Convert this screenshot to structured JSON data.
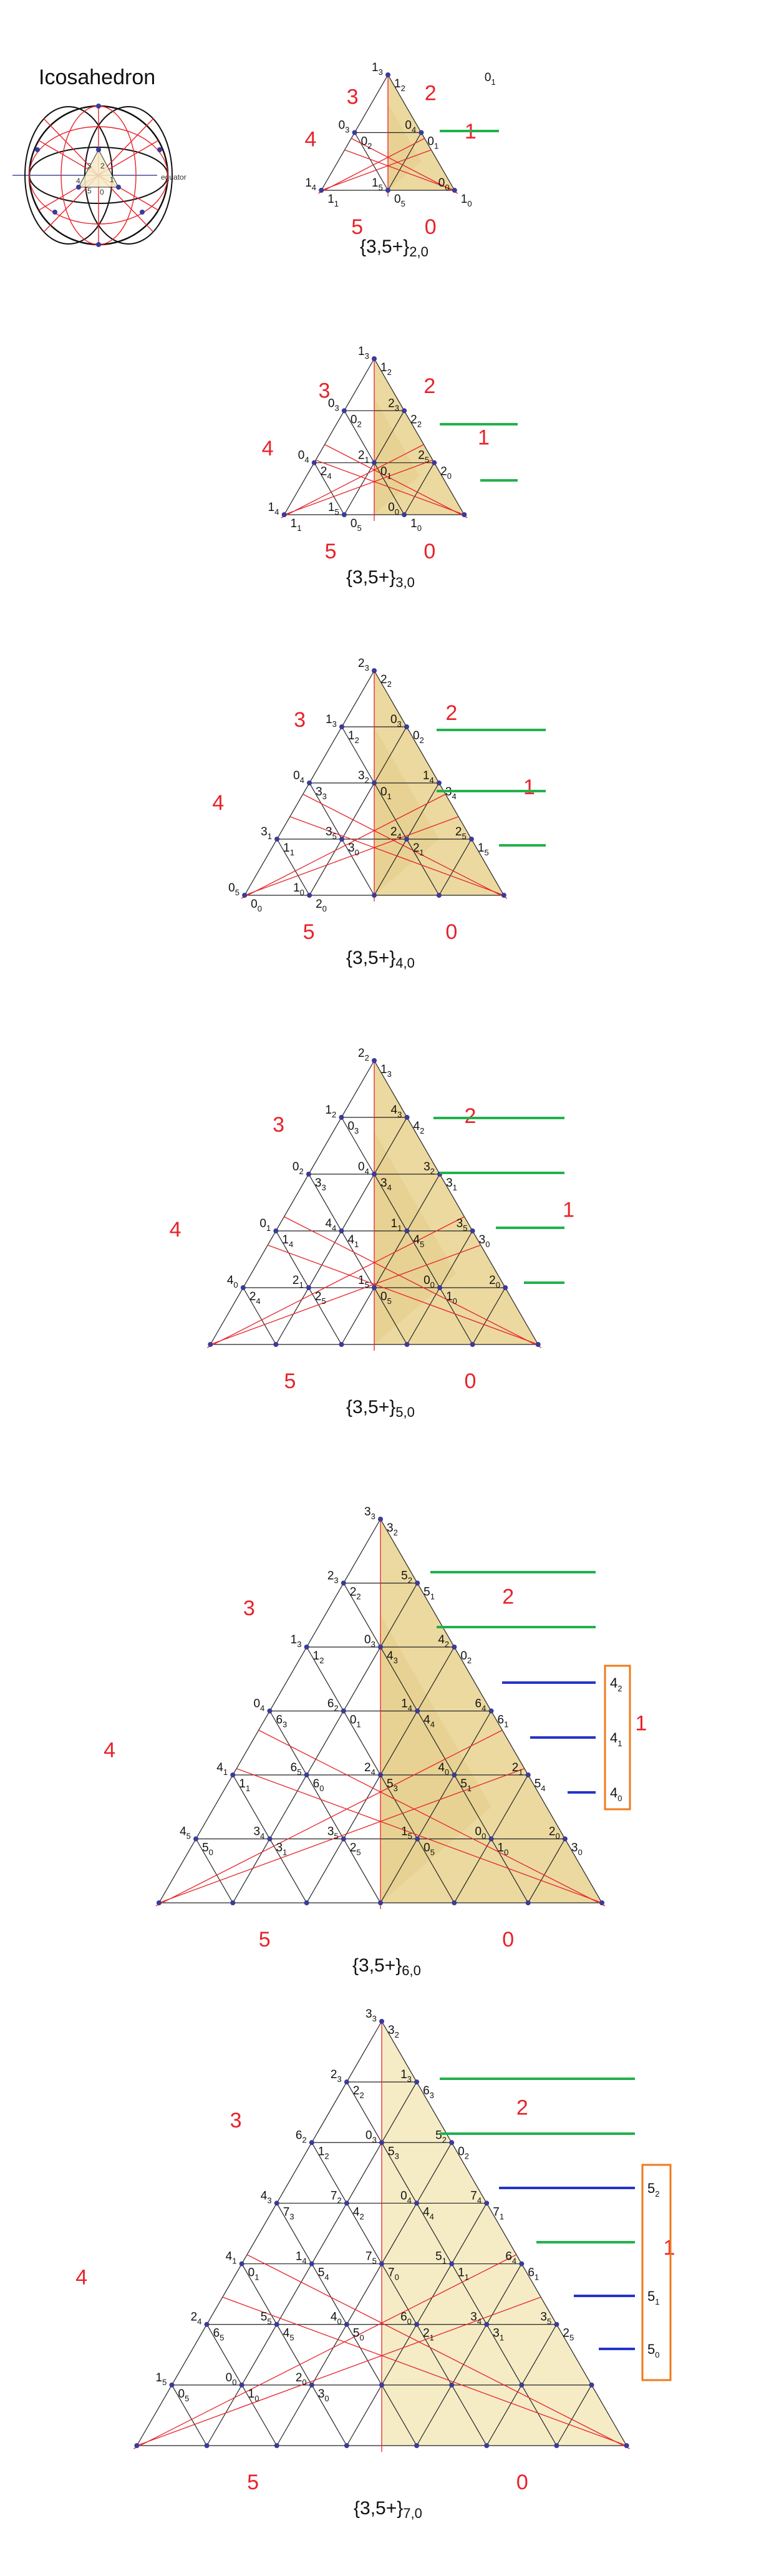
{
  "title": "Icosahedron",
  "sphere": {
    "equator_label": "equator",
    "face_labels": [
      "2",
      "3",
      "1",
      "4",
      "5",
      "0"
    ]
  },
  "colors": {
    "red": "#e8222a",
    "green": "#22b14c",
    "blue": "#2435c8",
    "orange": "#f07a1a",
    "fill_dark": "#ecd9a0",
    "fill_light": "#f5ecc6",
    "node": "#3b3b9a"
  },
  "panels": [
    {
      "id": "p2",
      "caption_main": "{3,5+}",
      "caption_sub": "2,0",
      "sector_labels": [
        "3",
        "2",
        "1",
        "4",
        "5",
        "0"
      ],
      "corner_label": "0",
      "corner_sub": "1",
      "vertex_labels": [
        {
          "m": "1",
          "s": "3"
        },
        {
          "m": "1",
          "s": "2"
        },
        {
          "m": "0",
          "s": "3"
        },
        {
          "m": "0",
          "s": "2"
        },
        {
          "m": "0",
          "s": "4"
        },
        {
          "m": "0",
          "s": "1"
        },
        {
          "m": "1",
          "s": "4"
        },
        {
          "m": "1",
          "s": "1"
        },
        {
          "m": "1",
          "s": "5"
        },
        {
          "m": "0",
          "s": "5"
        },
        {
          "m": "0",
          "s": "0"
        },
        {
          "m": "1",
          "s": "0"
        }
      ]
    },
    {
      "id": "p3",
      "caption_main": "{3,5+}",
      "caption_sub": "3,0",
      "sector_labels": [
        "3",
        "2",
        "1",
        "4",
        "5",
        "0"
      ],
      "vertex_labels": [
        {
          "m": "1",
          "s": "3"
        },
        {
          "m": "1",
          "s": "2"
        },
        {
          "m": "0",
          "s": "3"
        },
        {
          "m": "0",
          "s": "2"
        },
        {
          "m": "2",
          "s": "3"
        },
        {
          "m": "2",
          "s": "2"
        },
        {
          "m": "0",
          "s": "4"
        },
        {
          "m": "2",
          "s": "4"
        },
        {
          "m": "2",
          "s": "1"
        },
        {
          "m": "0",
          "s": "1"
        },
        {
          "m": "2",
          "s": "5"
        },
        {
          "m": "2",
          "s": "0"
        },
        {
          "m": "1",
          "s": "4"
        },
        {
          "m": "1",
          "s": "1"
        },
        {
          "m": "1",
          "s": "5"
        },
        {
          "m": "0",
          "s": "5"
        },
        {
          "m": "0",
          "s": "0"
        },
        {
          "m": "1",
          "s": "0"
        }
      ]
    },
    {
      "id": "p4",
      "caption_main": "{3,5+}",
      "caption_sub": "4,0",
      "sector_labels": [
        "3",
        "2",
        "1",
        "4",
        "5",
        "0"
      ],
      "vertex_labels": [
        {
          "m": "2",
          "s": "3"
        },
        {
          "m": "2",
          "s": "2"
        },
        {
          "m": "1",
          "s": "3"
        },
        {
          "m": "1",
          "s": "2"
        },
        {
          "m": "0",
          "s": "3"
        },
        {
          "m": "0",
          "s": "2"
        },
        {
          "m": "0",
          "s": "4"
        },
        {
          "m": "3",
          "s": "3"
        },
        {
          "m": "3",
          "s": "2"
        },
        {
          "m": "0",
          "s": "1"
        },
        {
          "m": "1",
          "s": "4"
        },
        {
          "m": "3",
          "s": "4"
        },
        {
          "m": "3",
          "s": "1"
        },
        {
          "m": "1",
          "s": "1"
        },
        {
          "m": "3",
          "s": "5"
        },
        {
          "m": "3",
          "s": "0"
        },
        {
          "m": "2",
          "s": "4"
        },
        {
          "m": "2",
          "s": "1"
        },
        {
          "m": "2",
          "s": "5"
        },
        {
          "m": "1",
          "s": "5"
        },
        {
          "m": "0",
          "s": "5"
        },
        {
          "m": "0",
          "s": "0"
        },
        {
          "m": "1",
          "s": "0"
        },
        {
          "m": "2",
          "s": "0"
        }
      ]
    },
    {
      "id": "p5",
      "caption_main": "{3,5+}",
      "caption_sub": "5,0",
      "sector_labels": [
        "3",
        "2",
        "1",
        "4",
        "5",
        "0"
      ],
      "vertex_labels": [
        {
          "m": "2",
          "s": "2"
        },
        {
          "m": "1",
          "s": "3"
        },
        {
          "m": "1",
          "s": "2"
        },
        {
          "m": "0",
          "s": "3"
        },
        {
          "m": "4",
          "s": "3"
        },
        {
          "m": "4",
          "s": "2"
        },
        {
          "m": "0",
          "s": "2"
        },
        {
          "m": "3",
          "s": "3"
        },
        {
          "m": "0",
          "s": "4"
        },
        {
          "m": "3",
          "s": "4"
        },
        {
          "m": "3",
          "s": "2"
        },
        {
          "m": "3",
          "s": "1"
        },
        {
          "m": "0",
          "s": "1"
        },
        {
          "m": "1",
          "s": "4"
        },
        {
          "m": "4",
          "s": "4"
        },
        {
          "m": "4",
          "s": "1"
        },
        {
          "m": "1",
          "s": "1"
        },
        {
          "m": "4",
          "s": "5"
        },
        {
          "m": "3",
          "s": "5"
        },
        {
          "m": "3",
          "s": "0"
        },
        {
          "m": "4",
          "s": "0"
        },
        {
          "m": "2",
          "s": "4"
        },
        {
          "m": "2",
          "s": "1"
        },
        {
          "m": "2",
          "s": "5"
        },
        {
          "m": "1",
          "s": "5"
        },
        {
          "m": "0",
          "s": "5"
        },
        {
          "m": "0",
          "s": "0"
        },
        {
          "m": "1",
          "s": "0"
        },
        {
          "m": "2",
          "s": "0"
        }
      ]
    },
    {
      "id": "p6",
      "caption_main": "{3,5+}",
      "caption_sub": "6,0",
      "sector_labels": [
        "3",
        "2",
        "1",
        "4",
        "5",
        "0"
      ],
      "box_labels": [
        {
          "m": "4",
          "s": "2"
        },
        {
          "m": "4",
          "s": "1"
        },
        {
          "m": "4",
          "s": "0"
        }
      ],
      "vertex_labels": [
        {
          "m": "3",
          "s": "3"
        },
        {
          "m": "3",
          "s": "2"
        },
        {
          "m": "2",
          "s": "3"
        },
        {
          "m": "2",
          "s": "2"
        },
        {
          "m": "5",
          "s": "2"
        },
        {
          "m": "5",
          "s": "1"
        },
        {
          "m": "1",
          "s": "3"
        },
        {
          "m": "1",
          "s": "2"
        },
        {
          "m": "0",
          "s": "3"
        },
        {
          "m": "4",
          "s": "3"
        },
        {
          "m": "4",
          "s": "2"
        },
        {
          "m": "0",
          "s": "2"
        },
        {
          "m": "0",
          "s": "4"
        },
        {
          "m": "6",
          "s": "3"
        },
        {
          "m": "6",
          "s": "2"
        },
        {
          "m": "0",
          "s": "1"
        },
        {
          "m": "1",
          "s": "4"
        },
        {
          "m": "4",
          "s": "4"
        },
        {
          "m": "6",
          "s": "4"
        },
        {
          "m": "6",
          "s": "1"
        },
        {
          "m": "4",
          "s": "1"
        },
        {
          "m": "1",
          "s": "1"
        },
        {
          "m": "6",
          "s": "5"
        },
        {
          "m": "6",
          "s": "0"
        },
        {
          "m": "2",
          "s": "4"
        },
        {
          "m": "5",
          "s": "3"
        },
        {
          "m": "4",
          "s": "0"
        },
        {
          "m": "5",
          "s": "1"
        },
        {
          "m": "2",
          "s": "1"
        },
        {
          "m": "5",
          "s": "4"
        },
        {
          "m": "4",
          "s": "5"
        },
        {
          "m": "5",
          "s": "0"
        },
        {
          "m": "3",
          "s": "4"
        },
        {
          "m": "3",
          "s": "1"
        },
        {
          "m": "3",
          "s": "5"
        },
        {
          "m": "2",
          "s": "5"
        },
        {
          "m": "1",
          "s": "5"
        },
        {
          "m": "0",
          "s": "5"
        },
        {
          "m": "0",
          "s": "0"
        },
        {
          "m": "1",
          "s": "0"
        },
        {
          "m": "2",
          "s": "0"
        },
        {
          "m": "3",
          "s": "0"
        }
      ]
    },
    {
      "id": "p7",
      "caption_main": "{3,5+}",
      "caption_sub": "7,0",
      "sector_labels": [
        "3",
        "2",
        "1",
        "4",
        "5",
        "0"
      ],
      "box_labels": [
        {
          "m": "5",
          "s": "2"
        },
        {
          "m": "5",
          "s": "1"
        },
        {
          "m": "5",
          "s": "0"
        }
      ],
      "vertex_labels": [
        {
          "m": "3",
          "s": "3"
        },
        {
          "m": "3",
          "s": "2"
        },
        {
          "m": "2",
          "s": "3"
        },
        {
          "m": "2",
          "s": "2"
        },
        {
          "m": "1",
          "s": "3"
        },
        {
          "m": "6",
          "s": "3"
        },
        {
          "m": "6",
          "s": "2"
        },
        {
          "m": "1",
          "s": "2"
        },
        {
          "m": "0",
          "s": "3"
        },
        {
          "m": "5",
          "s": "3"
        },
        {
          "m": "5",
          "s": "2"
        },
        {
          "m": "0",
          "s": "2"
        },
        {
          "m": "4",
          "s": "3"
        },
        {
          "m": "7",
          "s": "3"
        },
        {
          "m": "7",
          "s": "2"
        },
        {
          "m": "4",
          "s": "2"
        },
        {
          "m": "0",
          "s": "4"
        },
        {
          "m": "4",
          "s": "4"
        },
        {
          "m": "7",
          "s": "4"
        },
        {
          "m": "7",
          "s": "1"
        },
        {
          "m": "4",
          "s": "1"
        },
        {
          "m": "0",
          "s": "1"
        },
        {
          "m": "1",
          "s": "4"
        },
        {
          "m": "5",
          "s": "4"
        },
        {
          "m": "7",
          "s": "5"
        },
        {
          "m": "7",
          "s": "0"
        },
        {
          "m": "5",
          "s": "1"
        },
        {
          "m": "1",
          "s": "1"
        },
        {
          "m": "6",
          "s": "4"
        },
        {
          "m": "6",
          "s": "1"
        },
        {
          "m": "2",
          "s": "4"
        },
        {
          "m": "6",
          "s": "5"
        },
        {
          "m": "5",
          "s": "5"
        },
        {
          "m": "4",
          "s": "5"
        },
        {
          "m": "4",
          "s": "0"
        },
        {
          "m": "5",
          "s": "0"
        },
        {
          "m": "6",
          "s": "0"
        },
        {
          "m": "2",
          "s": "1"
        },
        {
          "m": "3",
          "s": "4"
        },
        {
          "m": "3",
          "s": "1"
        },
        {
          "m": "3",
          "s": "5"
        },
        {
          "m": "2",
          "s": "5"
        },
        {
          "m": "1",
          "s": "5"
        },
        {
          "m": "0",
          "s": "5"
        },
        {
          "m": "0",
          "s": "0"
        },
        {
          "m": "1",
          "s": "0"
        },
        {
          "m": "2",
          "s": "0"
        },
        {
          "m": "3",
          "s": "0"
        }
      ]
    }
  ]
}
